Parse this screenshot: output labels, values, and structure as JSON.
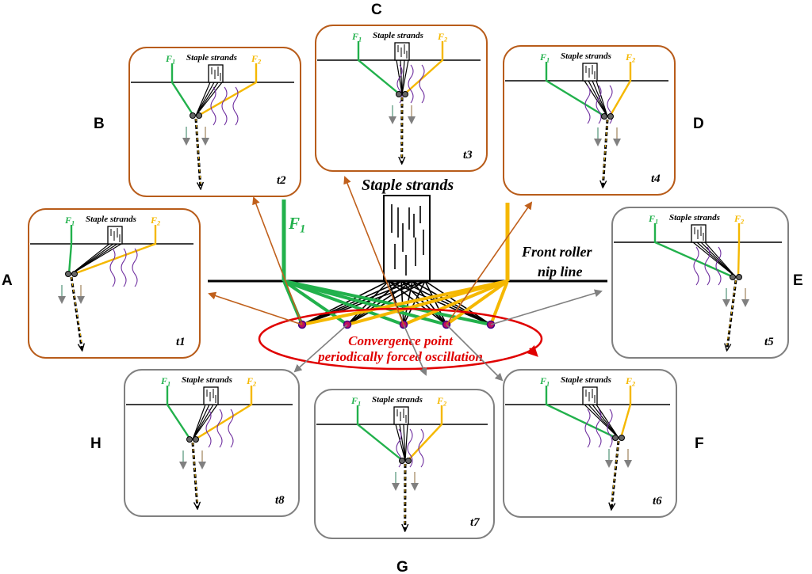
{
  "center": {
    "staple_label": "Staple strands",
    "f1_label": "F",
    "f1_sub": "1",
    "nip_label_line1": "Front roller",
    "nip_label_line2": "nip line",
    "convergence_line1": "Convergence point",
    "convergence_line2": "periodically forced oscillation"
  },
  "panel_text": {
    "staple_label": "Staple strands",
    "f1": "F",
    "f1_sub": "1",
    "f2": "F",
    "f2_sub": "2"
  },
  "panels": [
    {
      "id": "A",
      "letter": "A",
      "time": "t1",
      "border": "orange"
    },
    {
      "id": "B",
      "letter": "B",
      "time": "t2",
      "border": "orange"
    },
    {
      "id": "C",
      "letter": "C",
      "time": "t3",
      "border": "orange"
    },
    {
      "id": "D",
      "letter": "D",
      "time": "t4",
      "border": "orange"
    },
    {
      "id": "E",
      "letter": "E",
      "time": "t5",
      "border": "gray"
    },
    {
      "id": "F",
      "letter": "F",
      "time": "t6",
      "border": "gray"
    },
    {
      "id": "G",
      "letter": "G",
      "time": "t7",
      "border": "gray"
    },
    {
      "id": "H",
      "letter": "H",
      "time": "t8",
      "border": "gray"
    }
  ],
  "colors": {
    "green": "#22b14c",
    "yellow": "#f5b800",
    "orange_border": "#b85c1a",
    "orange_arrow": "#c0601c",
    "gray": "#808080",
    "red": "#e00000",
    "purple": "#7030a0",
    "staple": "#000000"
  }
}
